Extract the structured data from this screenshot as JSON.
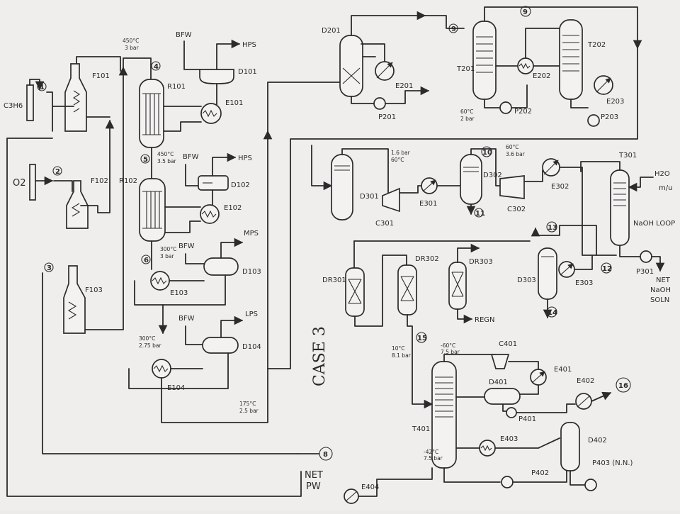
{
  "diagram": {
    "case_label": "CASE 3",
    "equipment": {
      "f101": "F101",
      "f102": "F102",
      "f103": "F103",
      "r101": "R101",
      "r102": "R102",
      "d101": "D101",
      "d102": "D102",
      "d103": "D103",
      "d104": "D104",
      "e101": "E101",
      "e102": "E102",
      "e103": "E103",
      "e104": "E104",
      "d201": "D201",
      "e201": "E201",
      "p201": "P201",
      "t201": "T201",
      "e202": "E202",
      "p202": "P202",
      "t202": "T202",
      "e203": "E203",
      "p203": "P203",
      "d301": "D301",
      "c301": "C301",
      "e301": "E301",
      "d302": "D302",
      "c302": "C302",
      "e302": "E302",
      "t301": "T301",
      "p301": "P301",
      "d303": "D303",
      "e303": "E303",
      "dr301": "DR301",
      "dr302": "DR302",
      "dr303": "DR303",
      "t401": "T401",
      "c401": "C401",
      "e401": "E401",
      "d401": "D401",
      "p401": "P401",
      "e403": "E403",
      "p402": "P402",
      "d402": "D402",
      "p403": "P403 (N.N.)",
      "e402": "E402",
      "e404": "E404"
    },
    "streams": {
      "s1": "1",
      "s2": "2",
      "s3": "3",
      "s4": "4",
      "s5": "5",
      "s6": "6",
      "s8": "8",
      "s9": "9",
      "s10": "10",
      "s11": "11",
      "s12": "12",
      "s13": "13",
      "s14": "14",
      "s15": "15",
      "s16": "16"
    },
    "feeds": {
      "c3h6": "C3H6",
      "o2": "O2",
      "h2o": "H2O",
      "makeup": "m/u"
    },
    "utilities": {
      "bfw_r101": "BFW",
      "hps_d101": "HPS",
      "bfw_r102": "BFW",
      "hps_d102": "HPS",
      "bfw_d103": "BFW",
      "mps_d103": "MPS",
      "bfw_d104": "BFW",
      "lps_d104": "LPS",
      "regn": "REGN"
    },
    "conditions": {
      "r101_in_t": "450°C",
      "r101_in_p": "3 bar",
      "r102_in_t": "450°C",
      "r102_in_p": "3.5 bar",
      "e103_t": "300°C",
      "e103_p": "3 bar",
      "e104_t": "300°C",
      "e104_p": "2.75 bar",
      "out_t": "175°C",
      "out_p": "2.5 bar",
      "t201_t": "60°C",
      "t201_p": "2 bar",
      "d301_p": "1.6 bar",
      "d301_t": "60°C",
      "e302_t": "60°C",
      "e302_p": "3.6 bar",
      "s15_t": "10°C",
      "s15_p": "8.1 bar",
      "t401_top_t": "-60°C",
      "t401_top_p": "7.5 bar",
      "t401_bot_t": "-42°C",
      "t401_bot_p": "7.5 bar"
    },
    "notes": {
      "naoh_loop": "NaOH LOOP",
      "net_naoh": [
        "NET",
        "NaOH",
        "SOLN"
      ],
      "net_pw": [
        "NET",
        "PW"
      ]
    }
  }
}
